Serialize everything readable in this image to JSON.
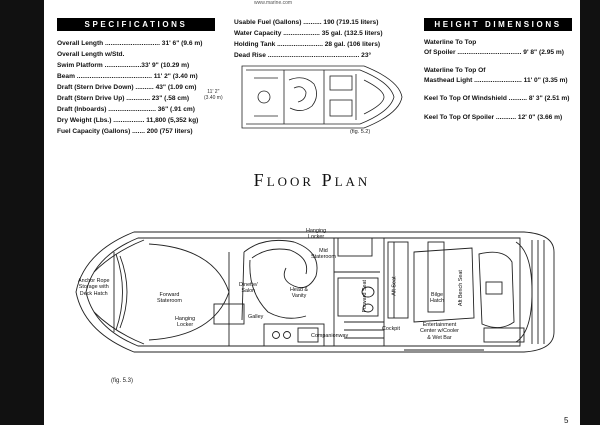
{
  "site_url": "www.marine.com",
  "specifications": {
    "header": "SPECIFICATIONS",
    "rows": [
      {
        "label": "Overall Length ..............................",
        "value": " 31' 6\" (9.6 m)"
      },
      {
        "label": "Overall Length w/Std.",
        "value": ""
      },
      {
        "label": "   Swim Platform ....................",
        "value": "33' 9\" (10.29 m)"
      },
      {
        "label": "Beam .........................................",
        "value": " 11' 2\" (3.40 m)"
      },
      {
        "label": "Draft (Stern Drive Down) ..........",
        "value": " 43\" (1.09 cm)"
      },
      {
        "label": "Draft (Stern Drive Up) .............",
        "value": " 23\" (.58 cm)"
      },
      {
        "label": "Draft (Inboards) ..........................",
        "value": " 36\" (.91 cm)"
      },
      {
        "label": "Dry Weight (Lbs.) .................",
        "value": " 11,800 (5,352 kg)"
      },
      {
        "label": "Fuel Capacity (Gallons) .......",
        "value": " 200 (757 liters)"
      }
    ]
  },
  "capacities": {
    "rows": [
      {
        "label": "Usable Fuel (Gallons) ..........",
        "value": " 190 (719.15 liters)"
      },
      {
        "label": "Water Capacity ....................",
        "value": " 35 gal. (132.5 liters)"
      },
      {
        "label": "Holding Tank .........................",
        "value": " 28 gal. (106 liters)"
      },
      {
        "label": "Dead Rise ..................................................",
        "value": " 23°"
      }
    ]
  },
  "fig52": {
    "beam_label": "11' 2\"",
    "beam_metric": "(3.40 m)",
    "caption": "(fig. 5.2)"
  },
  "height_dimensions": {
    "header": "HEIGHT DIMENSIONS",
    "rows": [
      {
        "line1": "Waterline To Top",
        "line2": "Of Spoiler ...................................",
        "value": " 9' 8\" (2.95 m)"
      },
      {
        "line1": "Waterline To Top Of",
        "line2": "Masthead Light ..........................",
        "value": " 11' 0\" (3.35 m)"
      },
      {
        "line1": "",
        "line2": "Keel To Top Of Windshield ..........",
        "value": " 8' 3\" (2.51 m)"
      },
      {
        "line1": "",
        "line2": "Keel To Top Of Spoiler ...........",
        "value": " 12' 0\" (3.66 m)"
      }
    ]
  },
  "floor_plan": {
    "title_big1": "F",
    "title_small1": "LOOR",
    "title_big2": "P",
    "title_small2": "LAN",
    "labels": {
      "anchor": [
        "Anchor Rope",
        "Storage with",
        "Deck Hatch"
      ],
      "forward_stateroom": [
        "Forward",
        "Stateroom"
      ],
      "hanging_locker_fwd": [
        "Hanging",
        "Locker"
      ],
      "dinette": [
        "Dinette/",
        "Salon"
      ],
      "galley": "Galley",
      "hanging_locker_aft": [
        "Hanging",
        "Locker"
      ],
      "mid_stateroom": [
        "Mid",
        "Stateroom"
      ],
      "head": [
        "Head &",
        "Vanity"
      ],
      "companionway": "Companionway",
      "forward_seat": "Forward Seat",
      "aft_seat": "Aft Seat",
      "cockpit": "Cockpit",
      "bilge_hatch": [
        "Bilge",
        "Hatch"
      ],
      "aft_bench_seat": "Aft Bench Seat",
      "entertainment": [
        "Entertainment",
        "Center w/Cooler",
        "& Wet Bar"
      ]
    },
    "caption": "(fig. 5.3)"
  },
  "page_number": "5"
}
